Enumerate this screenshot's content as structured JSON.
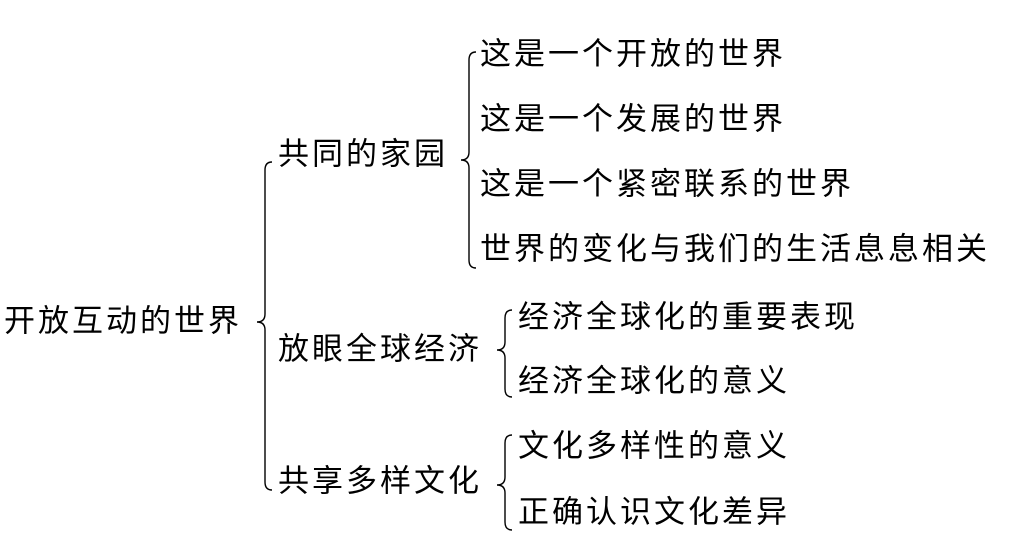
{
  "root": {
    "label": "开放互动的世界"
  },
  "branches": [
    {
      "label": "共同的家园",
      "children": [
        "这是一个开放的世界",
        "这是一个发展的世界",
        "这是一个紧密联系的世界",
        "世界的变化与我们的生活息息相关"
      ]
    },
    {
      "label": "放眼全球经济",
      "children": [
        "经济全球化的重要表现",
        "经济全球化的意义"
      ]
    },
    {
      "label": "共享多样文化",
      "children": [
        "文化多样性的意义",
        "正确认识文化差异"
      ]
    }
  ]
}
